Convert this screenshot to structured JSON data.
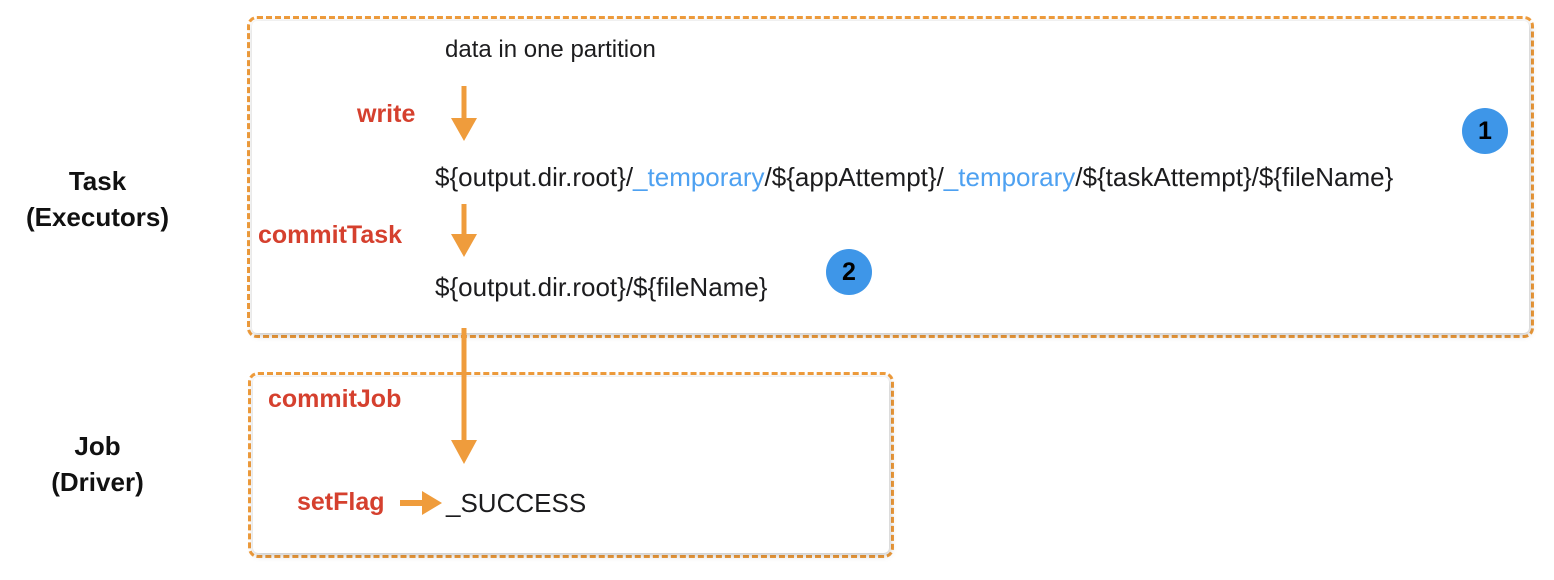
{
  "left_labels": {
    "task": {
      "line1": "Task",
      "line2": "(Executors)"
    },
    "job": {
      "line1": "Job",
      "line2": "(Driver)"
    }
  },
  "task_box": {
    "partition_label": "data in one partition",
    "write_label": "write",
    "temp_path": {
      "segments": [
        {
          "text": "${output.dir.root}/",
          "style": "black"
        },
        {
          "text": "_temporary",
          "style": "blue"
        },
        {
          "text": "/${appAttempt}/",
          "style": "black"
        },
        {
          "text": "_temporary",
          "style": "blue"
        },
        {
          "text": "/${taskAttempt}/${fileName}",
          "style": "black"
        }
      ]
    },
    "step_badge_1": "1",
    "commit_task_label": "commitTask",
    "final_path": "${output.dir.root}/${fileName}",
    "step_badge_2": "2"
  },
  "job_box": {
    "commit_job_label": "commitJob",
    "set_flag_label": "setFlag",
    "success_marker": "_SUCCESS"
  },
  "colors": {
    "arrow_orange": "#EF9C3C",
    "box_border_orange": "#EF9C3C",
    "label_red": "#D5402E",
    "path_link_blue": "#4EA1F1",
    "badge_blue": "#3E96E8",
    "text_black": "#1C1C1E"
  }
}
